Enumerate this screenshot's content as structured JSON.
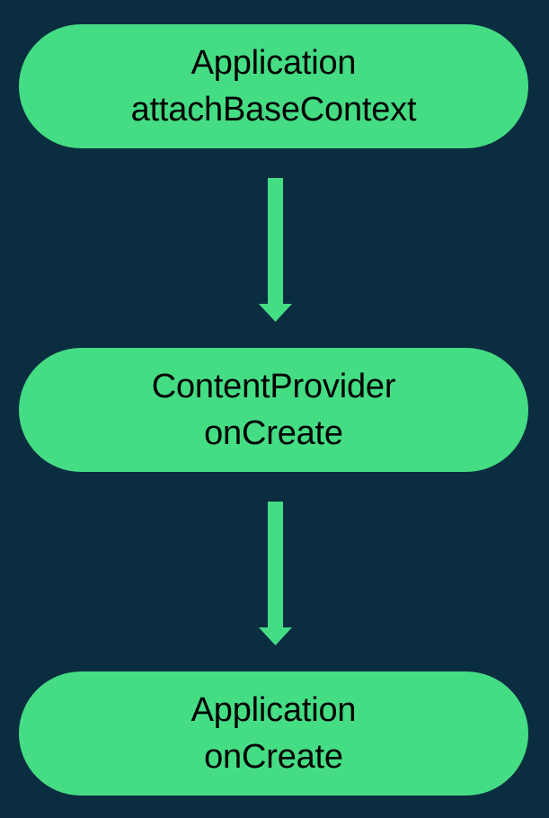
{
  "diagram": {
    "title": "Android application startup lifecycle flow",
    "type": "flowchart",
    "orientation": "top-to-bottom",
    "background_color": "#0b2d40",
    "node_fill_color": "#45dd84",
    "node_text_color": "#000000",
    "arrow_color": "#45dd84",
    "nodes": [
      {
        "id": "application-attachbasecontext",
        "line1": "Application",
        "line2": "attachBaseContext",
        "shape": "stadium"
      },
      {
        "id": "contentprovider-oncreate",
        "line1": "ContentProvider",
        "line2": "onCreate",
        "shape": "stadium"
      },
      {
        "id": "application-oncreate",
        "line1": "Application",
        "line2": "onCreate",
        "shape": "stadium"
      }
    ],
    "edges": [
      {
        "id": "edge-1",
        "from": "application-attachbasecontext",
        "to": "contentprovider-oncreate",
        "label": "",
        "style": "solid-arrow-down"
      },
      {
        "id": "edge-2",
        "from": "contentprovider-oncreate",
        "to": "application-oncreate",
        "label": "",
        "style": "solid-arrow-down"
      }
    ]
  }
}
